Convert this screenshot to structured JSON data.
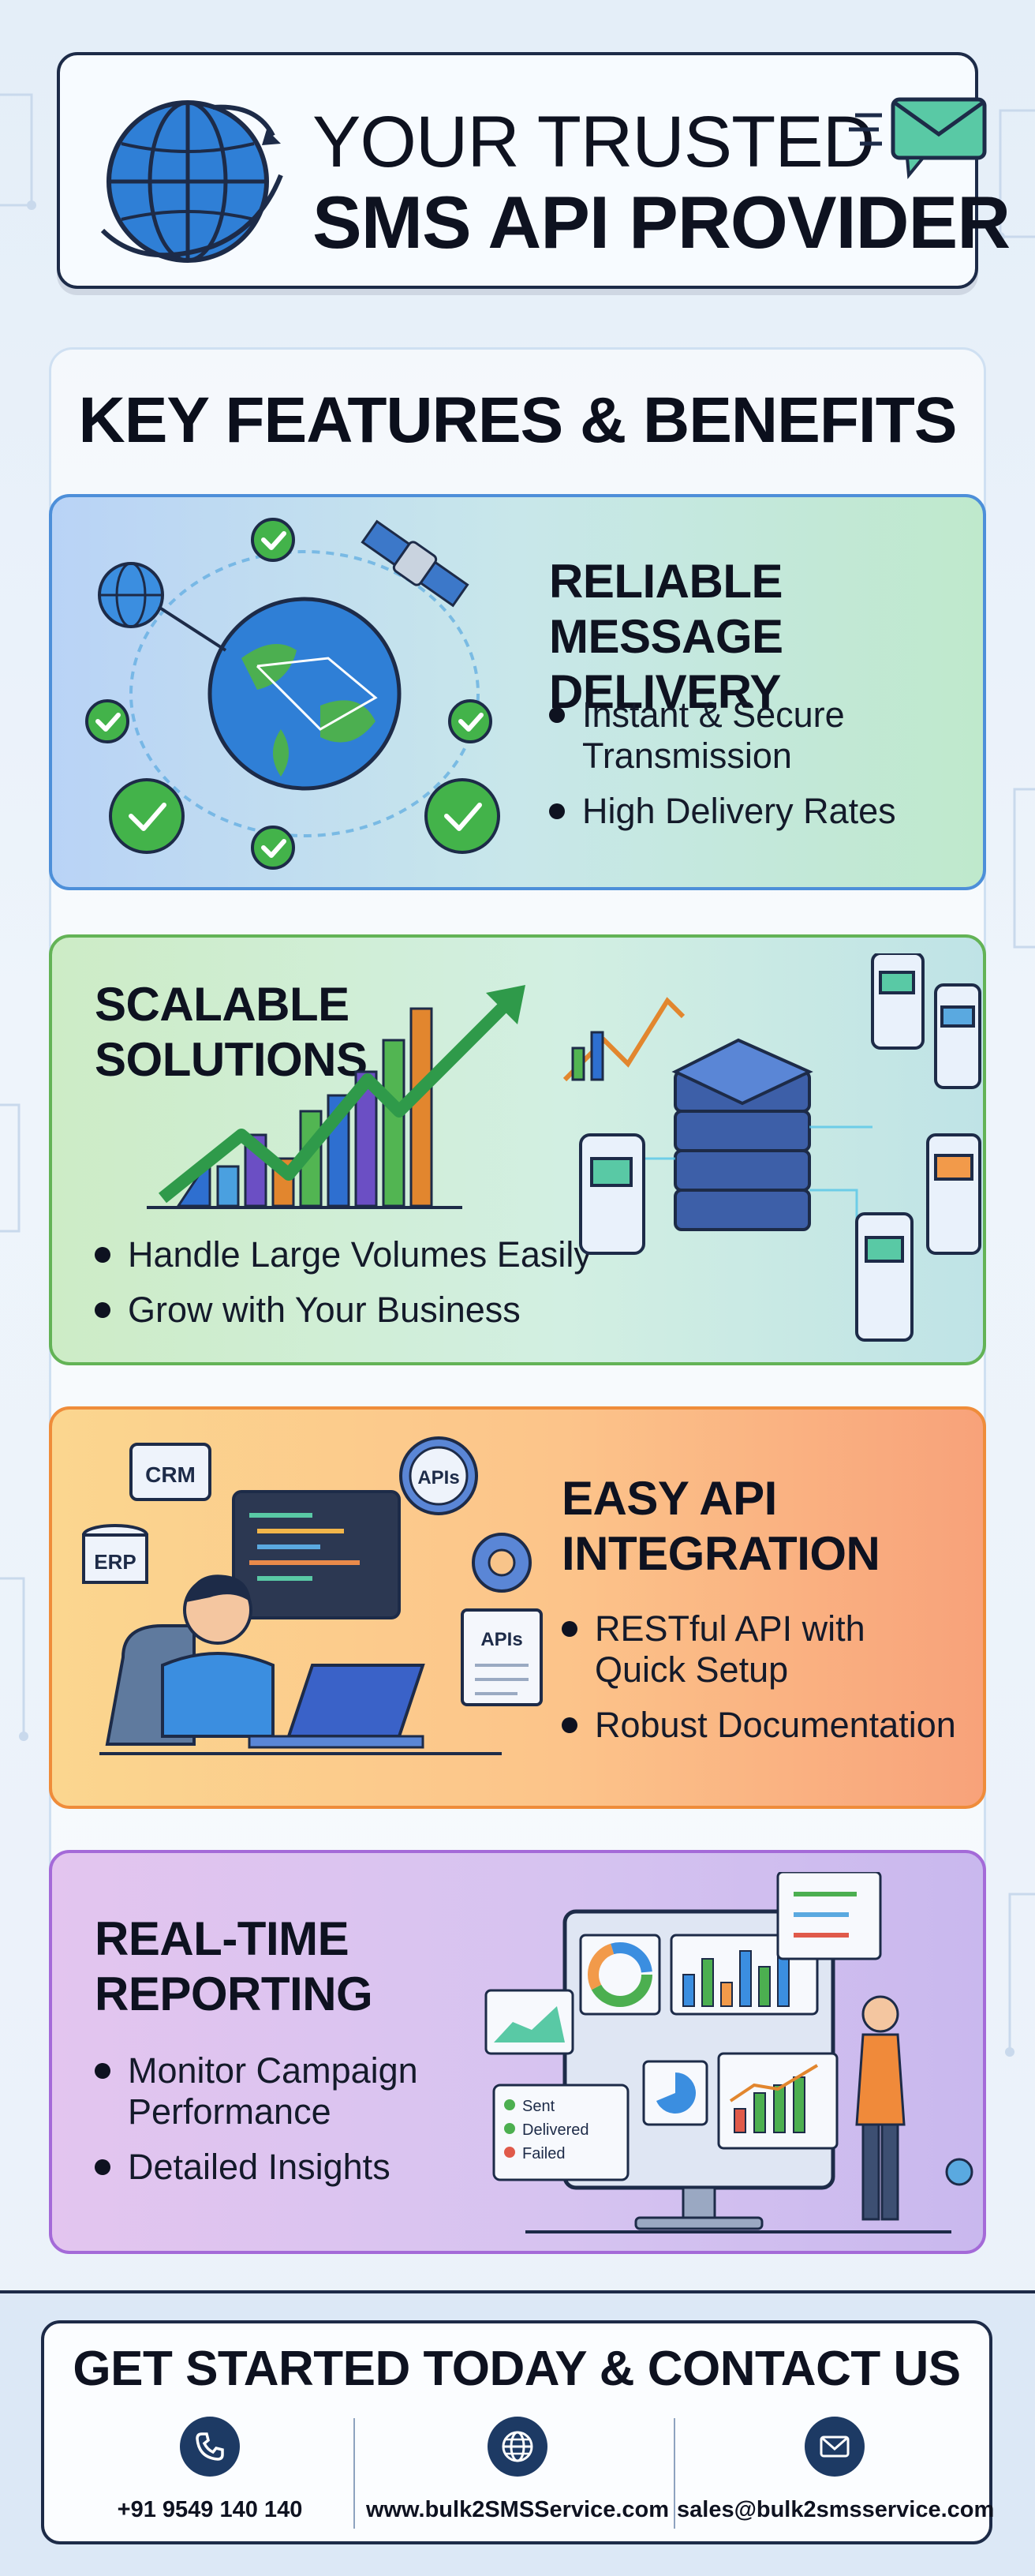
{
  "header": {
    "title_line1": "YOUR TRUSTED",
    "title_line2": "SMS API PROVIDER",
    "icons": [
      "globe-icon",
      "envelope-icon"
    ]
  },
  "section_title": "KEY FEATURES & BENEFITS",
  "features": [
    {
      "heading_line1": "RELIABLE MESSAGE",
      "heading_line2": "DELIVERY",
      "bullets": [
        "Instant & Secure Transmission",
        "High Delivery Rates"
      ],
      "bullet1_line1": "Instant & Secure",
      "bullet1_line2": "Transmission",
      "accent": "#4d8fd9"
    },
    {
      "heading_line1": "SCALABLE",
      "heading_line2": "SOLUTIONS",
      "bullets": [
        "Handle Large Volumes Easily",
        "Grow with Your Business"
      ],
      "accent": "#63b356"
    },
    {
      "heading_line1": "EASY API",
      "heading_line2": "INTEGRATION",
      "bullets": [
        "RESTful API with Quick Setup",
        "Robust Documentation"
      ],
      "bullet1_line1": "RESTful API with",
      "bullet1_line2": "Quick Setup",
      "art_labels": {
        "crm": "CRM",
        "erp": "ERP",
        "apis_gear": "APIs",
        "apis_doc": "APIs"
      },
      "accent": "#ef8c3a"
    },
    {
      "heading_line1": "REAL-TIME",
      "heading_line2": "REPORTING",
      "bullets": [
        "Monitor Campaign Performance",
        "Detailed Insights"
      ],
      "bullet1_line1": "Monitor Campaign",
      "bullet1_line2": "Performance",
      "art_labels": {
        "sent": "Sent",
        "delivered": "Delivered",
        "failed": "Failed"
      },
      "accent": "#a46ad8"
    }
  ],
  "footer": {
    "title": "GET STARTED TODAY & CONTACT US",
    "phone": "+91 9549 140 140",
    "website": "www.bulk2SMSService.com",
    "email": "sales@bulk2smsservice.com"
  },
  "colors": {
    "navy": "#1d2b48",
    "card_reliable": "#4d8fd9",
    "card_scalable": "#63b356",
    "card_integration": "#ef8c3a",
    "card_reporting": "#a46ad8"
  }
}
